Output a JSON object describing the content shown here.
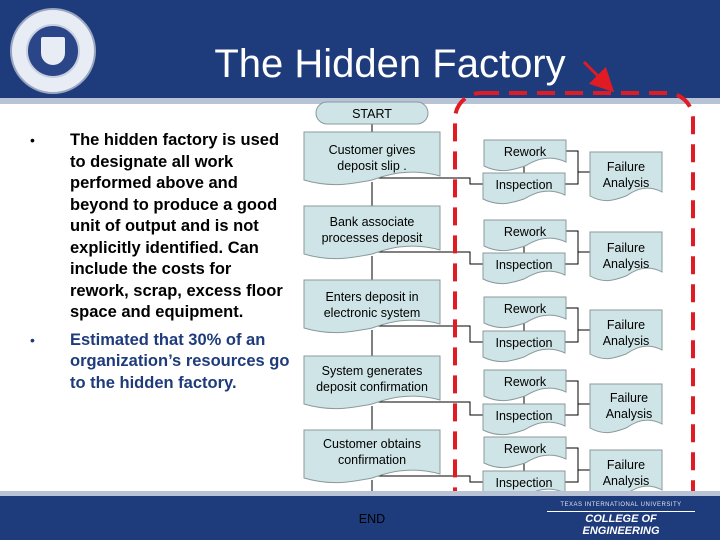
{
  "slide": {
    "title": "The Hidden Factory"
  },
  "bullets": [
    "The hidden factory is used to designate all work performed above and beyond to produce a good unit of output and is not explicitly identified.   Can include the costs for rework, scrap, excess floor space and equipment.",
    "Estimated that 30% of an organization’s resources go to the hidden factory."
  ],
  "flow": {
    "start": "START",
    "end": "END",
    "steps": [
      {
        "process": "Customer gives deposit slip .",
        "rework": "Rework",
        "inspection": "Inspection",
        "failure": "Failure Analysis"
      },
      {
        "process": "Bank associate processes deposit",
        "rework": "Rework",
        "inspection": "Inspection",
        "failure": "Failure Analysis"
      },
      {
        "process": "Enters deposit in electronic system",
        "rework": "Rework",
        "inspection": "Inspection",
        "failure": "Failure Analysis"
      },
      {
        "process": "System generates deposit confirmation",
        "rework": "Rework",
        "inspection": "Inspection",
        "failure": "Failure Analysis"
      },
      {
        "process": "Customer obtains confirmation",
        "rework": "Rework",
        "inspection": "Inspection",
        "failure": "Failure Analysis"
      }
    ]
  },
  "logo": {
    "small_text": "TEXAS INTERNATIONAL UNIVERSITY",
    "big_text": "COLLEGE OF ENGINEERING"
  },
  "colors": {
    "header": "#1e3b7c",
    "box_fill": "#cfe4e6",
    "highlight_dashes": "#e01b24",
    "arrow": "#e01b24"
  }
}
